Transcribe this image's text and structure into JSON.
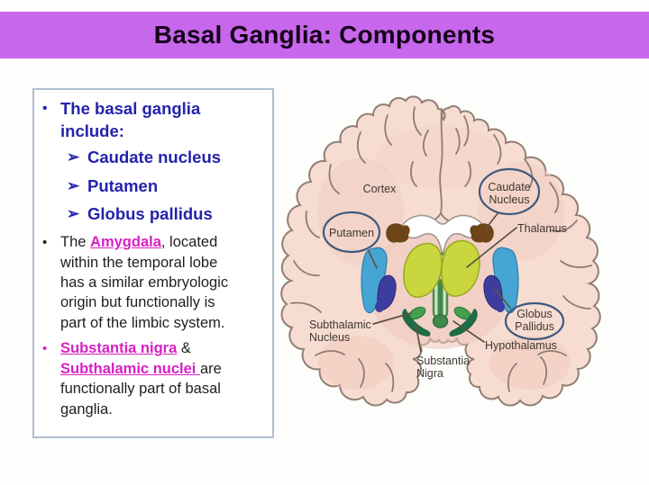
{
  "slide": {
    "title": "Basal Ganglia: Components"
  },
  "textbox": {
    "marker_dot": "•",
    "marker_arrow": "➢",
    "bullet1": "The basal ganglia\ninclude:",
    "sub_items": [
      "Caudate nucleus",
      "Putamen",
      "Globus pallidus"
    ],
    "bullet2_pre": "The ",
    "bullet2_link": "Amygdala",
    "bullet2_post": ", located\nwithin the temporal lobe\nhas a similar embryologic\norigin but functionally is\npart of the limbic system.",
    "bullet3_link1": "Substantia nigra",
    "bullet3_mid": " &\n",
    "bullet3_link2": "Subthalamic nuclei ",
    "bullet3_post": "are\nfunctionally part of basal\nganglia."
  },
  "diagram": {
    "labels": {
      "cortex": "Cortex",
      "caudate1": "Caudate",
      "caudate2": "Nucleus",
      "putamen": "Putamen",
      "thalamus": "Thalamus",
      "subthalamic1": "Subthalamic",
      "subthalamic2": "Nucleus",
      "substantia1": "Substantia",
      "substantia2": "Nigra",
      "globus1": "Globus",
      "globus2": "Pallidus",
      "hypothalamus": "Hypothalamus"
    }
  },
  "colors": {
    "banner_purple": "#c767ec",
    "heading_blue": "#2323ac",
    "link_magenta": "#d81fc3",
    "box_border": "#aebfd0",
    "cortex_pink": "#f7dcd2",
    "thalamus_chartreuse": "#c9d63e",
    "putamen_blue": "#45a5d3",
    "globus_navy": "#3d3da0",
    "caudate_brown": "#6e4518",
    "nigra_green": "#44a04e",
    "subthalamic_darkgreen": "#1e6b45"
  }
}
